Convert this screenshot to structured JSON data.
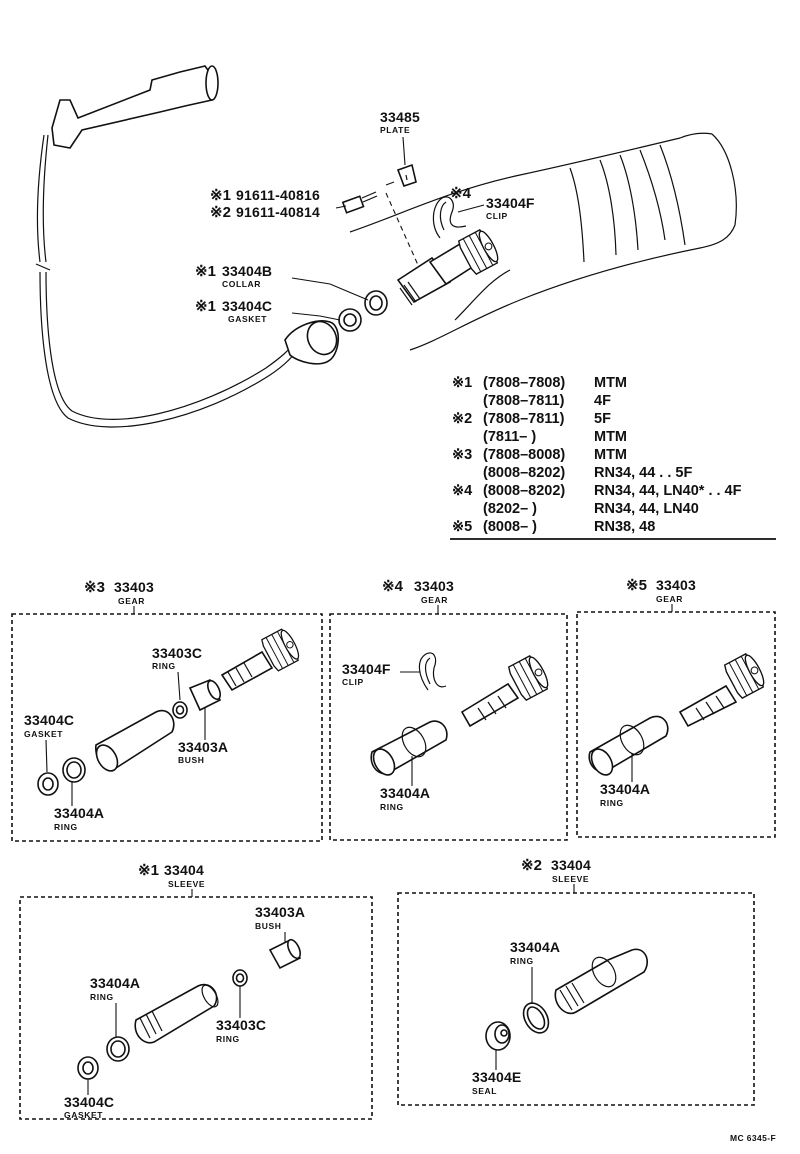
{
  "top": {
    "plate": {
      "pn": "33485",
      "name": "PLATE"
    },
    "bolt1": {
      "mark": "※1",
      "pn": "91611-40816"
    },
    "bolt2": {
      "mark": "※2",
      "pn": "91611-40814"
    },
    "clip": {
      "mark": "※4",
      "pn": "33404F",
      "name": "CLIP"
    },
    "collar": {
      "mark": "※1",
      "pn": "33404B",
      "name": "COLLAR"
    },
    "gasket": {
      "mark": "※1",
      "pn": "33404C",
      "name": "GASKET"
    }
  },
  "applicability": [
    {
      "mark": "※1",
      "range": "(7808–7808)",
      "model": "MTM"
    },
    {
      "mark": "",
      "range": "(7808–7811)",
      "model": "4F"
    },
    {
      "mark": "※2",
      "range": "(7808–7811)",
      "model": "5F"
    },
    {
      "mark": "",
      "range": "(7811–      )",
      "model": "MTM"
    },
    {
      "mark": "※3",
      "range": "(7808–8008)",
      "model": "MTM"
    },
    {
      "mark": "",
      "range": "(8008–8202)",
      "model": "RN34, 44 . . 5F"
    },
    {
      "mark": "※4",
      "range": "(8008–8202)",
      "model": "RN34, 44, LN40* . . 4F"
    },
    {
      "mark": "",
      "range": "(8202–      )",
      "model": "RN34, 44, LN40"
    },
    {
      "mark": "※5",
      "range": "(8008–      )",
      "model": "RN38, 48"
    }
  ],
  "gear3": {
    "title": {
      "mark": "※3",
      "pn": "33403",
      "name": "GEAR"
    },
    "ring_c": {
      "pn": "33403C",
      "name": "RING"
    },
    "gasket": {
      "pn": "33404C",
      "name": "GASKET"
    },
    "bush": {
      "pn": "33403A",
      "name": "BUSH"
    },
    "ring_a": {
      "pn": "33404A",
      "name": "RING"
    }
  },
  "gear4": {
    "title": {
      "mark": "※4",
      "pn": "33403",
      "name": "GEAR"
    },
    "clip": {
      "pn": "33404F",
      "name": "CLIP"
    },
    "ring_a": {
      "pn": "33404A",
      "name": "RING"
    }
  },
  "gear5": {
    "title": {
      "mark": "※5",
      "pn": "33403",
      "name": "GEAR"
    },
    "ring_a": {
      "pn": "33404A",
      "name": "RING"
    }
  },
  "sleeve1": {
    "title": {
      "mark": "※1",
      "pn": "33404",
      "name": "SLEEVE"
    },
    "bush": {
      "pn": "33403A",
      "name": "BUSH"
    },
    "ring_a": {
      "pn": "33404A",
      "name": "RING"
    },
    "ring_c": {
      "pn": "33403C",
      "name": "RING"
    },
    "gasket": {
      "pn": "33404C",
      "name": "GASKET"
    }
  },
  "sleeve2": {
    "title": {
      "mark": "※2",
      "pn": "33404",
      "name": "SLEEVE"
    },
    "ring_a": {
      "pn": "33404A",
      "name": "RING"
    },
    "seal": {
      "pn": "33404E",
      "name": "SEAL"
    }
  },
  "footer": {
    "code": "MC 6345-F"
  }
}
